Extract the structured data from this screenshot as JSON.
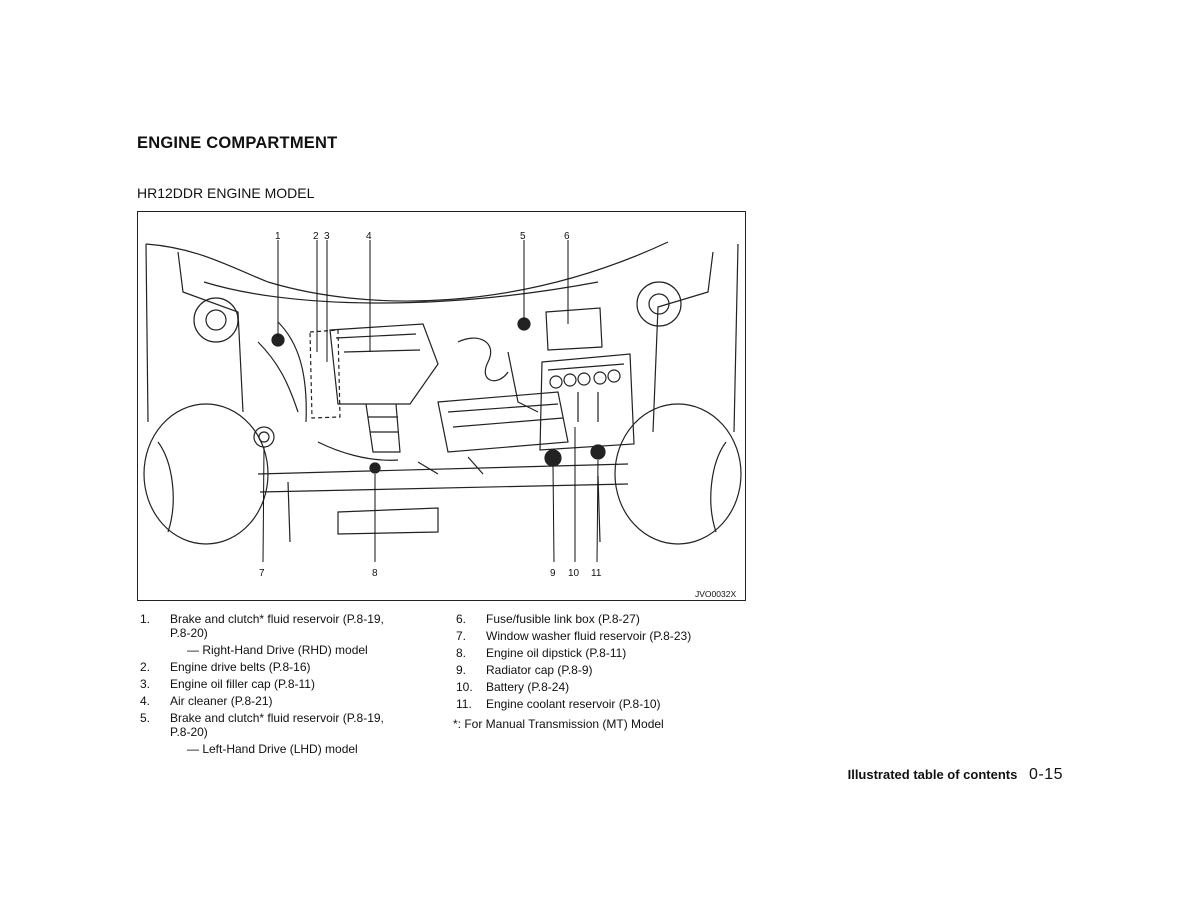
{
  "section_title": "ENGINE COMPARTMENT",
  "subtitle": "HR12DDR ENGINE MODEL",
  "figure": {
    "code": "JVO0032X",
    "callouts_top": [
      "1",
      "2",
      "3",
      "4",
      "5",
      "6"
    ],
    "callouts_bottom": [
      "7",
      "8",
      "9",
      "10",
      "11"
    ]
  },
  "items_col1": [
    {
      "num": "1.",
      "text": "Brake and clutch* fluid reservoir (P.8-19,",
      "text2": "P.8-20)",
      "sub": "— Right-Hand Drive (RHD) model"
    },
    {
      "num": "2.",
      "text": "Engine drive belts (P.8-16)"
    },
    {
      "num": "3.",
      "text": "Engine oil filler cap (P.8-11)"
    },
    {
      "num": "4.",
      "text": "Air cleaner (P.8-21)"
    },
    {
      "num": "5.",
      "text": "Brake and clutch* fluid reservoir (P.8-19,",
      "text2": "P.8-20)",
      "sub": "— Left-Hand Drive (LHD) model"
    }
  ],
  "items_col2": [
    {
      "num": "6.",
      "text": "Fuse/fusible link box (P.8-27)"
    },
    {
      "num": "7.",
      "text": "Window washer fluid reservoir (P.8-23)"
    },
    {
      "num": "8.",
      "text": "Engine oil dipstick (P.8-11)"
    },
    {
      "num": "9.",
      "text": "Radiator cap (P.8-9)"
    },
    {
      "num": "10.",
      "text": "Battery (P.8-24)"
    },
    {
      "num": "11.",
      "text": "Engine coolant reservoir (P.8-10)"
    }
  ],
  "note": "*: For Manual Transmission (MT) Model",
  "footer": {
    "label": "Illustrated table of contents",
    "page": "0-15"
  }
}
